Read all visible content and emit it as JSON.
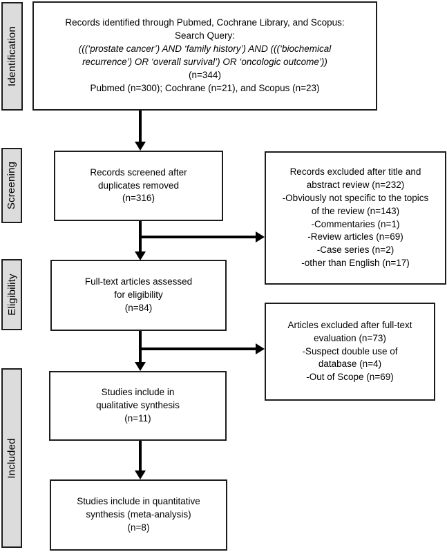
{
  "colors": {
    "box_border": "#1c1c1c",
    "box_fill": "#ffffff",
    "stage_fill": "#dcdcdc",
    "arrow": "#000000",
    "text": "#000000"
  },
  "stages": {
    "identification": "Identification",
    "screening": "Screening",
    "eligibility": "Eligibility",
    "included": "Included"
  },
  "boxes": {
    "identified": {
      "line1": "Records identified through Pubmed, Cochrane Library, and Scopus:",
      "line2": "Search Query:",
      "query_lines": [
        "(((‘prostate cancer’) AND ‘family history’) AND (((‘biochemical",
        "recurrence’) OR ‘overall survival’) OR ‘oncologic outcome’))"
      ],
      "count": "(n=344)",
      "sources": "Pubmed (n=300); Cochrane (n=21), and Scopus (n=23)"
    },
    "screened": {
      "lines": [
        "Records screened after",
        "duplicates removed",
        "(n=316)"
      ]
    },
    "excluded_title_abstract": {
      "lines": [
        "Records excluded after title and",
        "abstract review (n=232)",
        "-Obviously not specific to the topics",
        "of the review (n=143)",
        "-Commentaries (n=1)",
        "-Review articles (n=69)",
        "-Case series (n=2)",
        "-other than English (n=17)"
      ]
    },
    "fulltext": {
      "lines": [
        "Full-text articles assessed",
        "for eligibility",
        "(n=84)"
      ]
    },
    "excluded_fulltext": {
      "lines": [
        "Articles excluded after full-text",
        "evaluation (n=73)",
        "-Suspect double use of",
        "database (n=4)",
        "-Out of Scope (n=69)"
      ]
    },
    "qualitative": {
      "lines": [
        "Studies include in",
        "qualitative synthesis",
        "(n=11)"
      ]
    },
    "quantitative": {
      "lines": [
        "Studies include in quantitative",
        "synthesis (meta-analysis)",
        "(n=8)"
      ]
    }
  }
}
